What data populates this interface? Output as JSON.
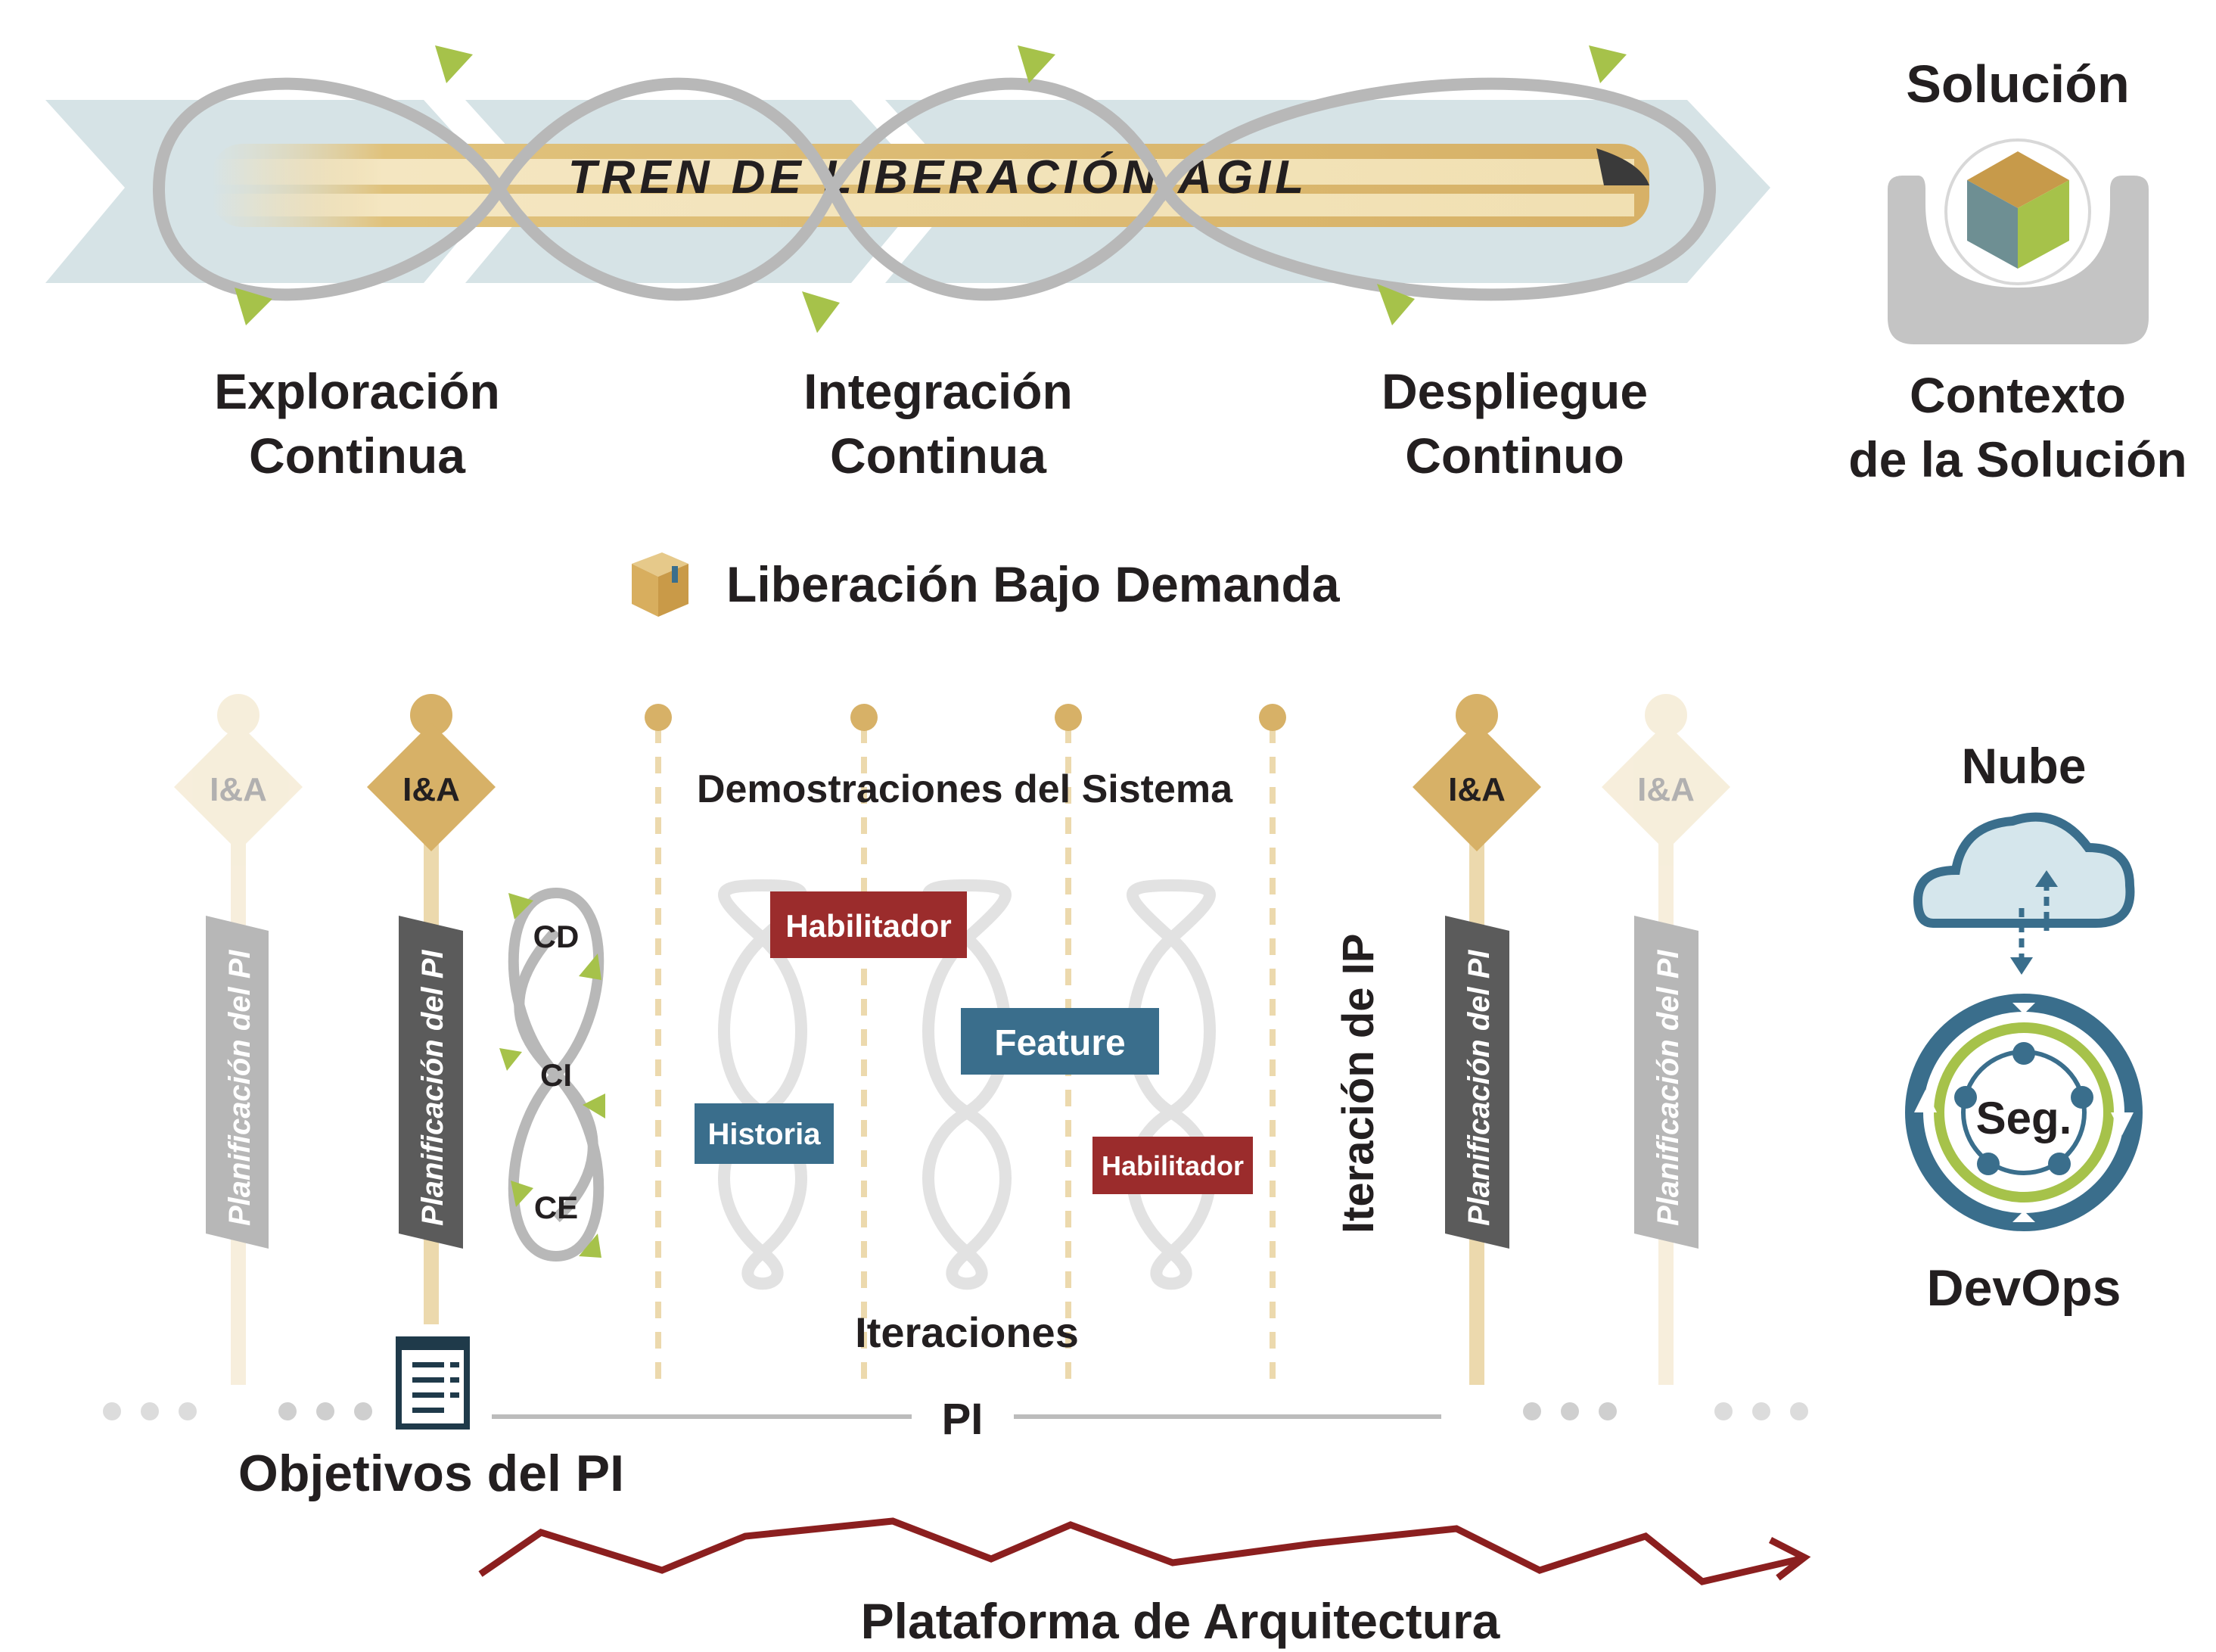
{
  "train": {
    "title": "TREN DE LIBERACIÓN ÁGIL"
  },
  "pipeline": {
    "exploration": [
      "Exploración",
      "Continua"
    ],
    "integration": [
      "Integración",
      "Continua"
    ],
    "deployment": [
      "Despliegue",
      "Continuo"
    ]
  },
  "solution": {
    "title": "Solución",
    "context": [
      "Contexto",
      "de la Solución"
    ]
  },
  "release": {
    "label": "Liberación Bajo Demanda"
  },
  "pi": {
    "demos": "Demostraciones del Sistema",
    "iterations": "Iteraciones",
    "ip_iteration": "Iteración de IP",
    "pi_label": "PI",
    "planning": "Planificación del PI",
    "ia": "I&A",
    "objectives": "Objetivos del PI",
    "architecture": "Plataforma de Arquitectura"
  },
  "loop_labels": {
    "cd": "CD",
    "ci": "CI",
    "ce": "CE"
  },
  "backlog": {
    "enabler1": "Habilitador",
    "feature": "Feature",
    "story": "Historia",
    "enabler2": "Habilitador"
  },
  "right": {
    "cloud": "Nube",
    "sec": "Seg.",
    "devops": "DevOps"
  },
  "colors": {
    "gold": "#c9a45a",
    "teal": "#3a6e8c",
    "red": "#9b2c2c",
    "green": "#a6c24a",
    "gray": "#bcbcbc",
    "arrowbg": "#d6e3e6"
  }
}
